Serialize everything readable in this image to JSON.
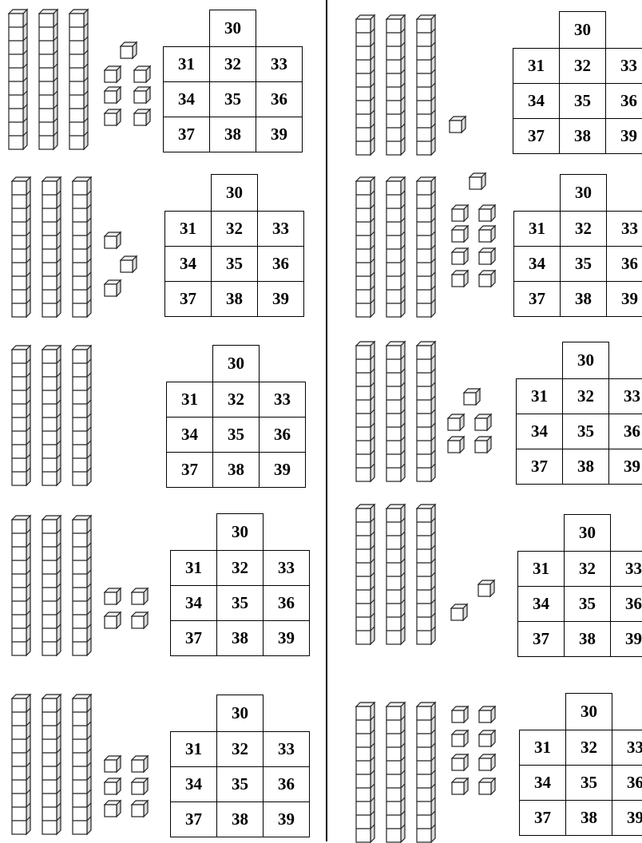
{
  "problems": [
    {
      "rods": 3,
      "units": 7,
      "chart": [
        "30",
        "31",
        "32",
        "33",
        "34",
        "35",
        "36",
        "37",
        "38",
        "39"
      ]
    },
    {
      "rods": 3,
      "units": 1,
      "chart": [
        "30",
        "31",
        "32",
        "33",
        "34",
        "35",
        "36",
        "37",
        "38",
        "39"
      ]
    },
    {
      "rods": 3,
      "units": 3,
      "chart": [
        "30",
        "31",
        "32",
        "33",
        "34",
        "35",
        "36",
        "37",
        "38",
        "39"
      ]
    },
    {
      "rods": 3,
      "units": 9,
      "chart": [
        "30",
        "31",
        "32",
        "33",
        "34",
        "35",
        "36",
        "37",
        "38",
        "39"
      ]
    },
    {
      "rods": 3,
      "units": 0,
      "chart": [
        "30",
        "31",
        "32",
        "33",
        "34",
        "35",
        "36",
        "37",
        "38",
        "39"
      ]
    },
    {
      "rods": 3,
      "units": 5,
      "chart": [
        "30",
        "31",
        "32",
        "33",
        "34",
        "35",
        "36",
        "37",
        "38",
        "39"
      ]
    },
    {
      "rods": 3,
      "units": 4,
      "chart": [
        "30",
        "31",
        "32",
        "33",
        "34",
        "35",
        "36",
        "37",
        "38",
        "39"
      ]
    },
    {
      "rods": 3,
      "units": 2,
      "chart": [
        "30",
        "31",
        "32",
        "33",
        "34",
        "35",
        "36",
        "37",
        "38",
        "39"
      ]
    },
    {
      "rods": 3,
      "units": 6,
      "chart": [
        "30",
        "31",
        "32",
        "33",
        "34",
        "35",
        "36",
        "37",
        "38",
        "39"
      ]
    },
    {
      "rods": 3,
      "units": 8,
      "chart": [
        "30",
        "31",
        "32",
        "33",
        "34",
        "35",
        "36",
        "37",
        "38",
        "39"
      ]
    }
  ]
}
